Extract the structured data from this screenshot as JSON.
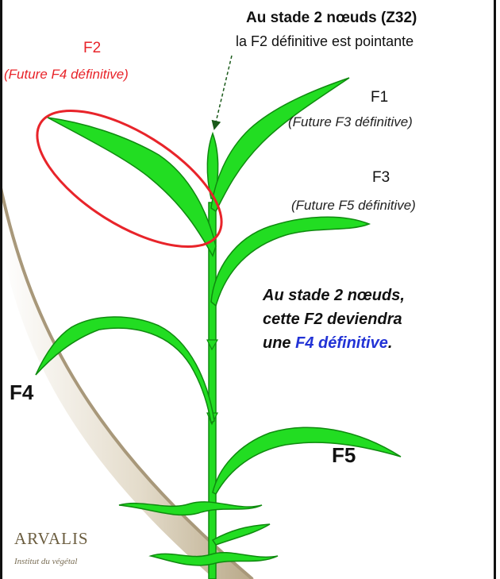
{
  "header": {
    "title": "Au stade 2 nœuds (Z32)",
    "subtitle": "la F2 définitive est pointante"
  },
  "leaves": {
    "f2": {
      "label": "F2",
      "future": "(Future F4 définitive)"
    },
    "f1": {
      "label": "F1",
      "future": "(Future F3 définitive)"
    },
    "f3": {
      "label": "F3",
      "future": "(Future F5 définitive)"
    },
    "f4": {
      "label": "F4"
    },
    "f5": {
      "label": "F5"
    }
  },
  "note": {
    "line1": "Au stade 2 nœuds,",
    "line2": "cette F2 deviendra",
    "line3_prefix": "une ",
    "line3_highlight": "F4 définitive",
    "line3_suffix": "."
  },
  "logo": {
    "name": "ARVALIS",
    "tagline": "Institut du végétal"
  },
  "colors": {
    "leaf_fill": "#22dd22",
    "leaf_stroke": "#0f8a0f",
    "highlight_ellipse": "#e8242a",
    "note_highlight": "#2233d6",
    "ground_band": "#c8b898"
  }
}
